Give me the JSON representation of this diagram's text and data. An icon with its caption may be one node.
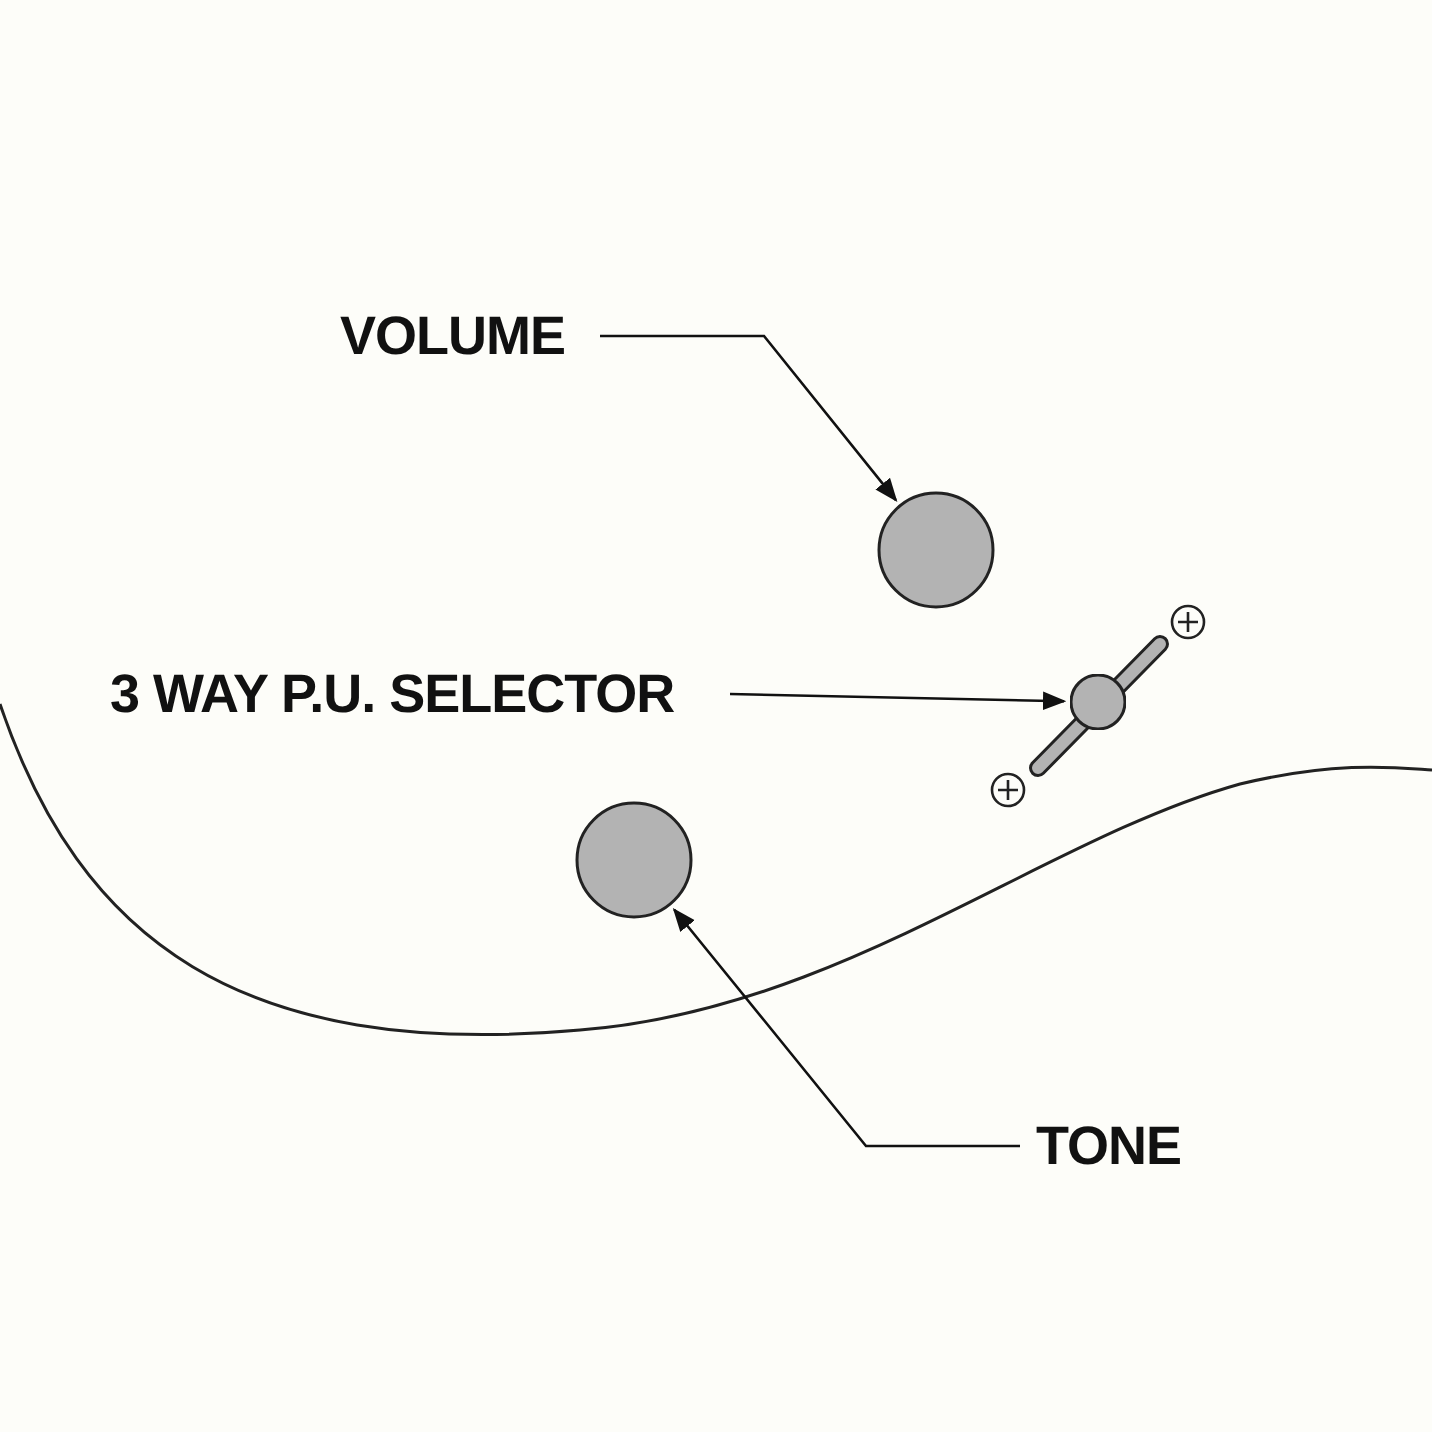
{
  "diagram": {
    "nodes": [
      {
        "text": [
          "VOLUME"
        ]
      },
      {
        "text": [],
        "shape": "circle"
      },
      {
        "text": [
          "3 WAY P.U. SELECTOR"
        ]
      },
      {
        "text": [],
        "shape": "switch"
      },
      {
        "text": [],
        "shape": "circle"
      },
      {
        "text": [
          "TONE"
        ]
      }
    ],
    "edges": [
      {
        "from": 0,
        "to": 1,
        "arrow": "to"
      },
      {
        "from": 2,
        "to": 3,
        "arrow": "to"
      },
      {
        "from": 5,
        "to": 4,
        "arrow": "to"
      }
    ]
  }
}
